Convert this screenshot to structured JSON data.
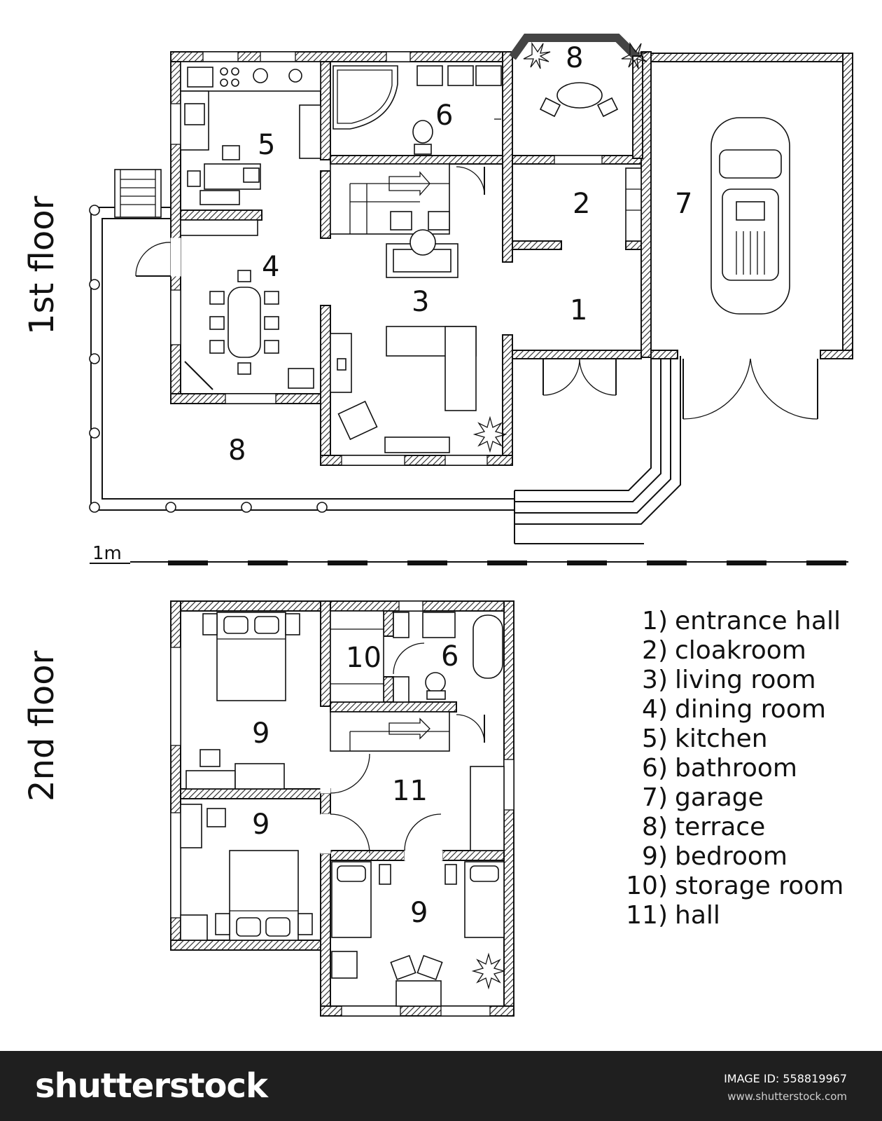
{
  "floors": {
    "first": "1st floor",
    "second": "2nd floor"
  },
  "scale": {
    "label": "1m"
  },
  "room_numbers": {
    "entrance_hall": "1",
    "cloakroom": "2",
    "living_room": "3",
    "dining_room": "4",
    "kitchen": "5",
    "bathroom_first": "6",
    "garage": "7",
    "terrace_small": "8",
    "terrace_large": "8",
    "bedroom_a": "9",
    "bedroom_b": "9",
    "bedroom_c": "9",
    "storage_room": "10",
    "bathroom_second": "6",
    "hall": "11"
  },
  "legend": [
    {
      "number": "1)",
      "label": "entrance hall"
    },
    {
      "number": "2)",
      "label": "cloakroom"
    },
    {
      "number": "3)",
      "label": "living room"
    },
    {
      "number": "4)",
      "label": "dining room"
    },
    {
      "number": "5)",
      "label": "kitchen"
    },
    {
      "number": "6)",
      "label": "bathroom"
    },
    {
      "number": "7)",
      "label": "garage"
    },
    {
      "number": "8)",
      "label": "terrace"
    },
    {
      "number": "9)",
      "label": "bedroom"
    },
    {
      "number": "10)",
      "label": "storage room"
    },
    {
      "number": "11)",
      "label": "hall"
    }
  ],
  "footer": {
    "brand": "shutterstock",
    "image_id": "IMAGE ID: 558819967",
    "site": "www.shutterstock.com"
  }
}
